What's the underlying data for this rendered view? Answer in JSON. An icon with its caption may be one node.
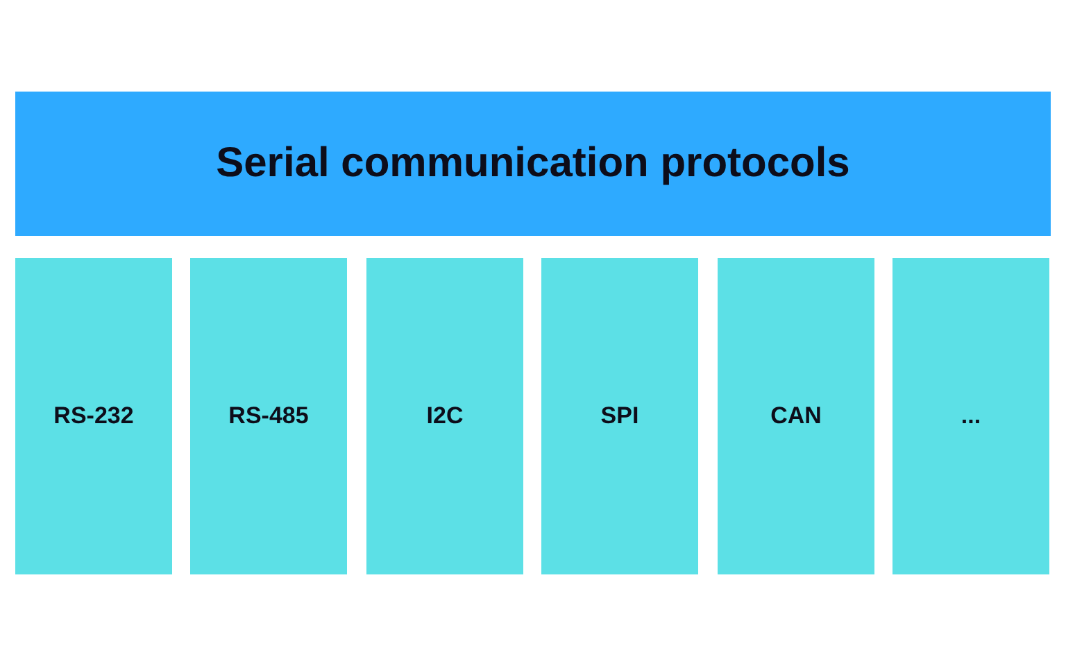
{
  "diagram": {
    "nodes": [
      {
        "text": [
          "Serial communication protocols"
        ]
      },
      {
        "text": [
          "RS-232"
        ]
      },
      {
        "text": [
          "RS-485"
        ]
      },
      {
        "text": [
          "I2C"
        ]
      },
      {
        "text": [
          "SPI"
        ]
      },
      {
        "text": [
          "CAN"
        ]
      },
      {
        "text": [
          "..."
        ]
      }
    ]
  }
}
